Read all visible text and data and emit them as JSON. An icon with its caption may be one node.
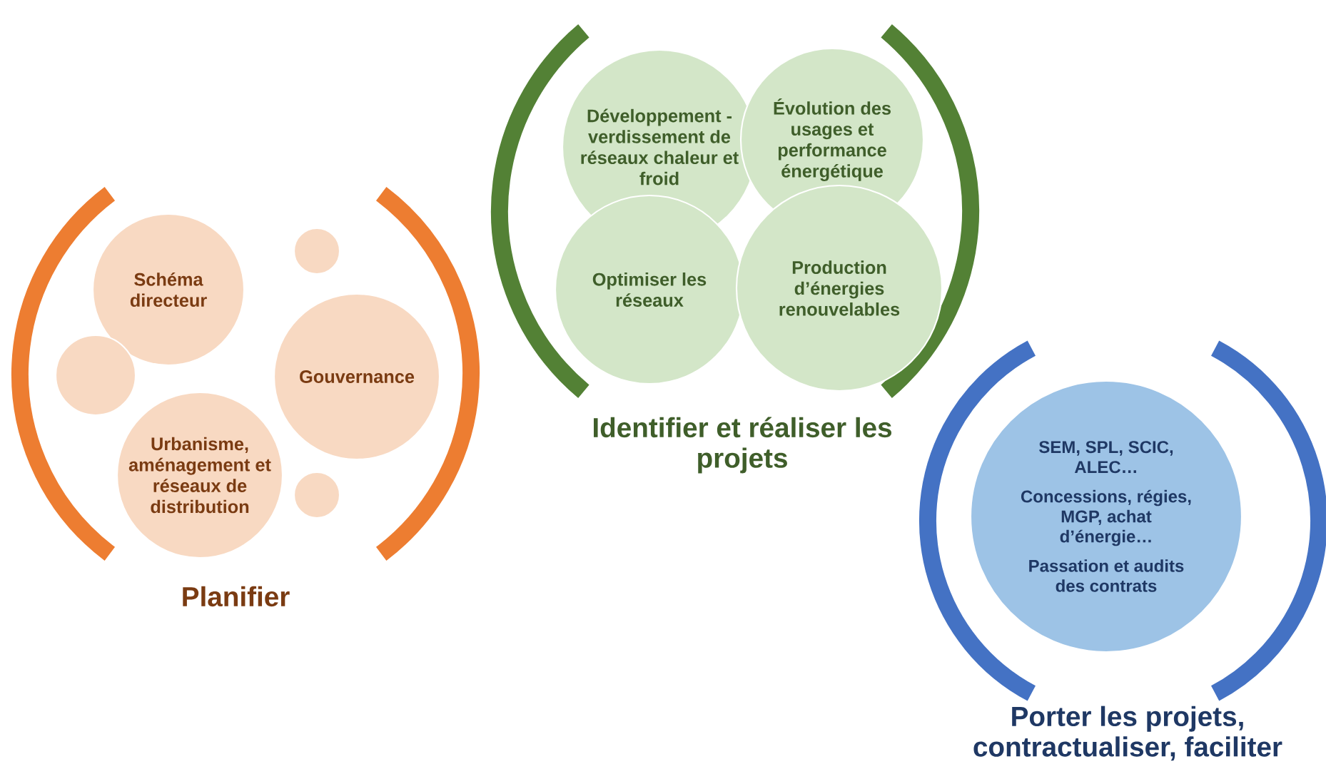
{
  "diagram": {
    "nodes": [
      {
        "text": [
          "Schéma directeur"
        ]
      },
      {
        "text": [],
        "shape": "circle"
      },
      {
        "text": [],
        "shape": "circle"
      },
      {
        "text": [
          "Gouvernance"
        ]
      },
      {
        "text": [
          "Urbanisme, aménagement et réseaux de distribution"
        ]
      },
      {
        "text": [],
        "shape": "circle"
      },
      {
        "text": [
          "Développement - verdissement de réseaux chaleur et froid"
        ]
      },
      {
        "text": [
          "Évolution des usages et performance énergétique"
        ]
      },
      {
        "text": [
          "Optimiser les réseaux"
        ]
      },
      {
        "text": [
          "Production d’énergies renouvelables"
        ]
      },
      {
        "text": [
          "SEM, SPL, SCIC, ALEC…",
          "Concessions, régies, MGP, achat d’énergie…",
          "Passation et audits des contrats"
        ]
      }
    ],
    "labels": [
      "Planifier",
      "Identifier et réaliser les projets",
      "Porter les projets, contractualiser, faciliter"
    ]
  }
}
